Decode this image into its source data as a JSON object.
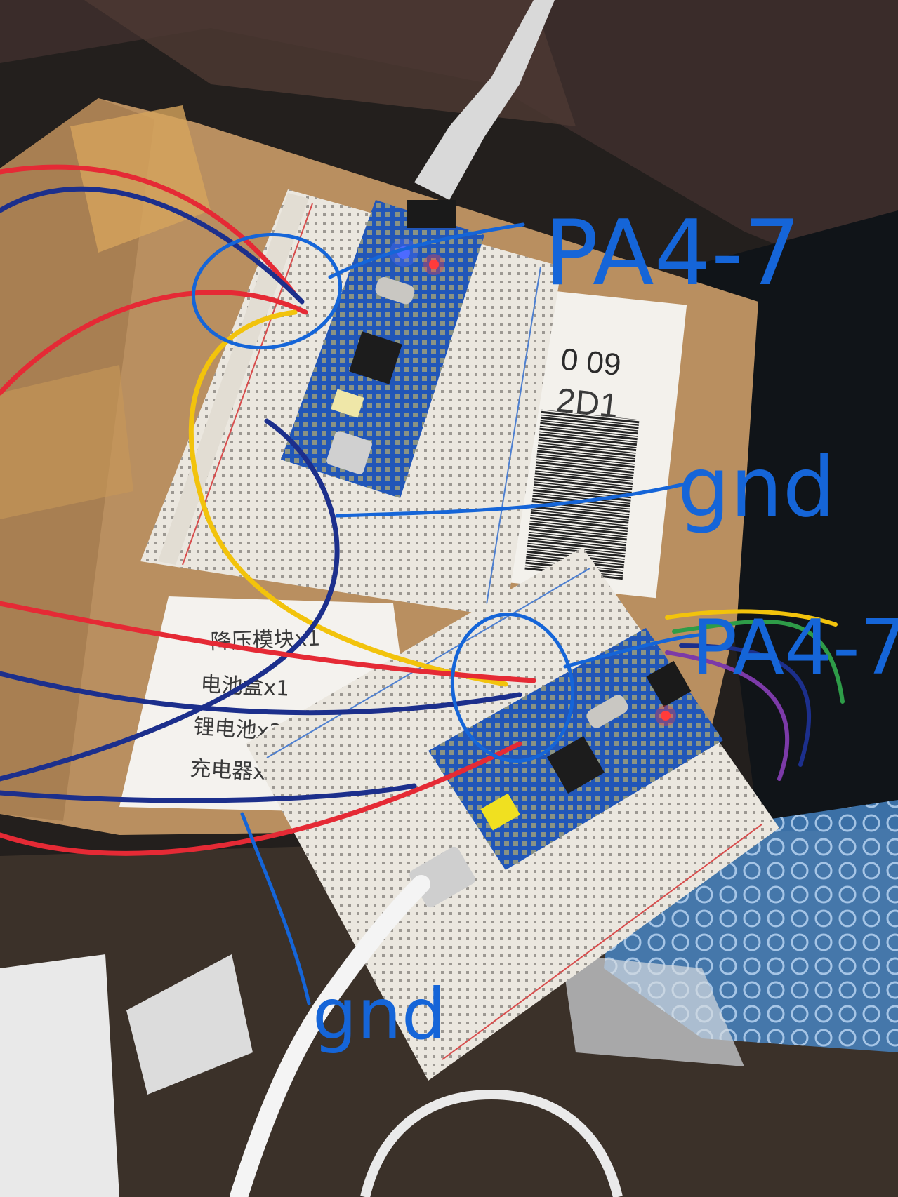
{
  "annotations": {
    "top_pin_label": "PA4-7",
    "top_gnd_label": "gnd",
    "bottom_pin_label": "PA4-7",
    "bottom_gnd_label": "gnd"
  },
  "label_sticker": {
    "line1": "0 09",
    "line2": "2D1"
  },
  "handwritten_note": {
    "lines": [
      "降压模块x1",
      "电池盒x1",
      "锂电池x2",
      "充电器x1"
    ]
  },
  "colors": {
    "annotation_ink": "#1565d8",
    "wire_red": "#e52a35",
    "wire_blue": "#1c2f8c",
    "wire_yellow": "#f2c30c",
    "board_blue": "#2156b8",
    "breadboard": "#ebe7df",
    "cardboard": "#b98f60"
  }
}
